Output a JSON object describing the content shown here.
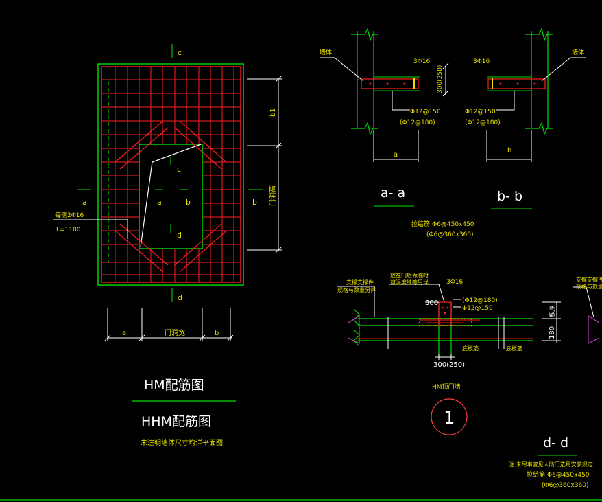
{
  "colors": {
    "background": "#000000",
    "rebar": "#ff2020",
    "wall_outline": "#00e000",
    "dim_line": "#ffffff",
    "text": "#e8e000",
    "white_text": "#ffffff",
    "magenta": "#c040c0",
    "cyan": "#40c0ff"
  },
  "plan": {
    "label_c_top": "c",
    "label_c_mid": "c",
    "label_d_mid": "d",
    "label_d_bot": "d",
    "label_a_left": "a",
    "label_a_mid": "a",
    "label_b_mid": "b",
    "label_b_right": "b",
    "dim_b1": "b1",
    "dim_door_height": "门洞高",
    "dim_bottom_a": "a",
    "dim_bottom_door_width": "门洞宽",
    "dim_bottom_b": "b",
    "note_bar": "每侧2Φ16",
    "note_length": "L=1100",
    "title_hm": "HM配筋图",
    "title_hhm": "HHM配筋图",
    "note_dimensions": "未注明墙体尺寸均详平面图"
  },
  "section_ab": {
    "wall_label_left": "墙体",
    "wall_label_right": "墙体",
    "bar_top_left": "3Φ16",
    "bar_top_right": "3Φ16",
    "dim_vertical": "300(250)",
    "bar_left_1": "Φ12@150",
    "bar_left_2": "(Φ12@180)",
    "bar_right_1": "Φ12@150",
    "bar_right_2": "(Φ12@180)",
    "dim_a": "a",
    "dim_b": "b",
    "label_aa": "a- a",
    "label_bb": "b- b",
    "tie_1": "拉结筋:Φ6@450x450",
    "tie_2": "(Φ6@360x360)"
  },
  "section_dd": {
    "note_embed": "支撑支撑件",
    "note_embed_2": "规格与数量另详",
    "note_top_1": "放在门后做临时",
    "note_top_2": "可温度缝等另详",
    "bar_top": "3Φ16",
    "dim_300": "300",
    "bar_1": "(Φ12@180)",
    "bar_2": "Φ12@150",
    "dim_right": "板厚",
    "dim_180": "180",
    "bottom_1": "底板筋",
    "bottom_2": "底板筋",
    "dim_bottom": "300(250)",
    "caption": "HM顶门墙",
    "circle_number": "1",
    "label_dd": "d- d",
    "note_right_1": "支撑支撑件",
    "note_right_2": "规格与数量另详",
    "note_1": "注:未尽事宜见人防门选用安装规定",
    "tie_1": "拉结筋:Φ6@450x450",
    "tie_2": "(Φ6@360x360)"
  }
}
